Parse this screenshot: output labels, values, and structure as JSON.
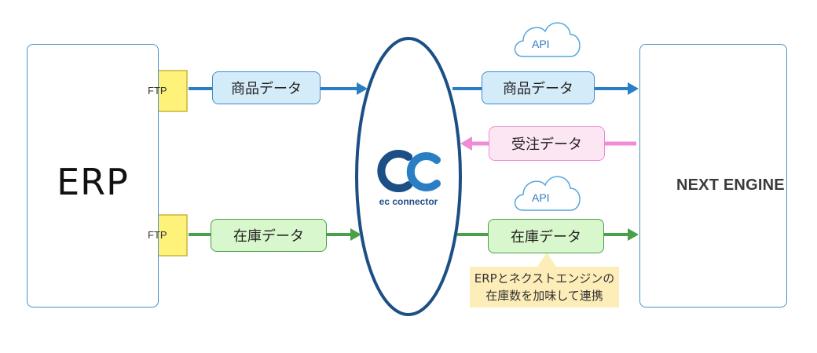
{
  "left_system": {
    "label": "ERP"
  },
  "right_system": {
    "label": "NEXT ENGINE"
  },
  "hub": {
    "label": "ec connector"
  },
  "ftp_folders": [
    {
      "label": "FTP"
    },
    {
      "label": "FTP"
    }
  ],
  "left_flows": {
    "product": "商品データ",
    "inventory": "在庫データ"
  },
  "right_flows": {
    "product": "商品データ",
    "order": "受注データ",
    "inventory": "在庫データ"
  },
  "api_clouds": [
    {
      "label": "API"
    },
    {
      "label": "API"
    }
  ],
  "note": {
    "line1": "ERPとネクストエンジンの",
    "line2": "在庫数を加味して連携"
  },
  "colors": {
    "blue": "#2a7fc4",
    "pink": "#f08bd6",
    "green": "#4aa04a",
    "navy": "#1b4f86",
    "folder": "#fff27a"
  }
}
